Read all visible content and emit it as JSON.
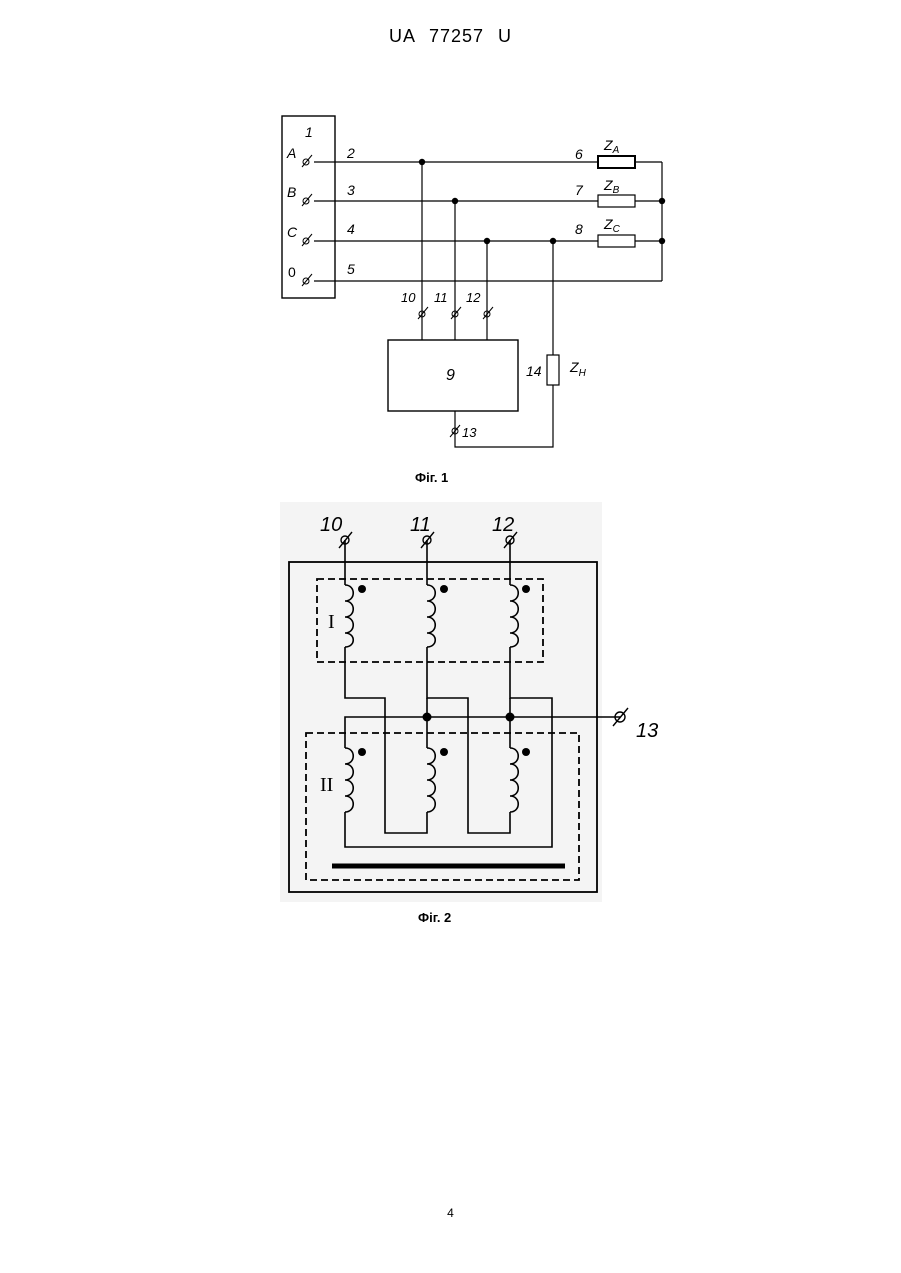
{
  "header": {
    "title": "UA 77257 U"
  },
  "page_number": "4",
  "fig1": {
    "caption": "Фіг. 1",
    "source_label": "1",
    "phases": [
      "A",
      "B",
      "C",
      "0"
    ],
    "line_numbers": [
      "2",
      "3",
      "4",
      "5"
    ],
    "load_numbers": [
      "6",
      "7",
      "8"
    ],
    "load_labels": [
      {
        "main": "Z",
        "sub": "A"
      },
      {
        "main": "Z",
        "sub": "B"
      },
      {
        "main": "Z",
        "sub": "C"
      }
    ],
    "terminal_numbers": [
      "10",
      "11",
      "12"
    ],
    "block_label": "9",
    "output_terminal": "13",
    "resistor_number": "14",
    "resistor_label": {
      "main": "Z",
      "sub": "H"
    }
  },
  "fig2": {
    "caption": "Фіг. 2",
    "terminal_numbers": [
      "10",
      "11",
      "12"
    ],
    "output_terminal": "13",
    "winding_groups": [
      "I",
      "II"
    ]
  }
}
